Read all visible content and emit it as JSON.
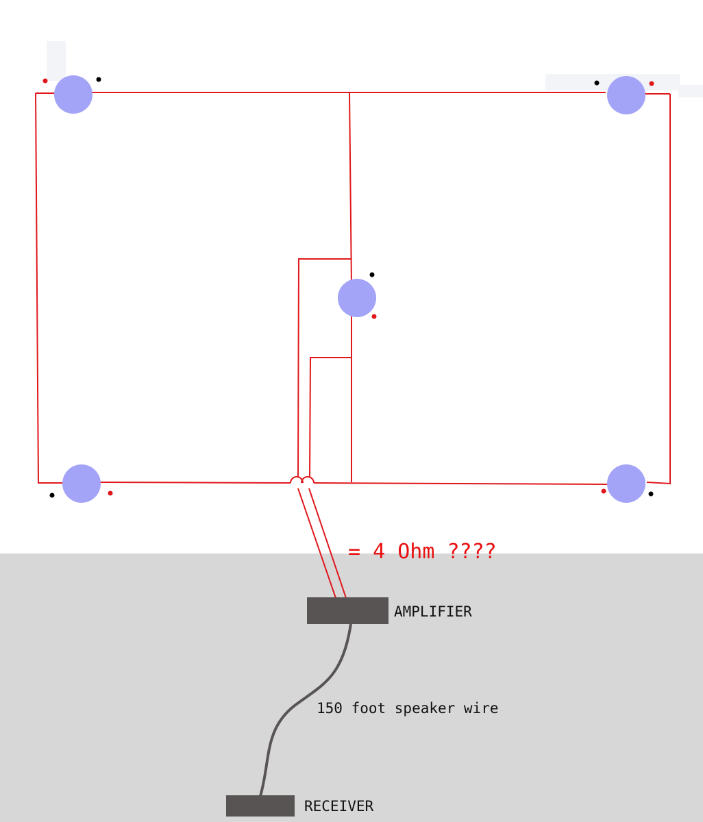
{
  "diagram": {
    "impedance_note": "= 4 Ohm ????",
    "amplifier_label": "AMPLIFIER",
    "wire_label": "150 foot speaker wire",
    "receiver_label": "RECEIVER"
  },
  "colors": {
    "wire": "#e0181c",
    "speaker": "#a3a3f7",
    "terminal_positive": "#e0181c",
    "terminal_negative": "#000000",
    "device": "#585454",
    "cable": "#585454",
    "background_lower": "#d7d7d7",
    "note_text": "#e81010"
  }
}
